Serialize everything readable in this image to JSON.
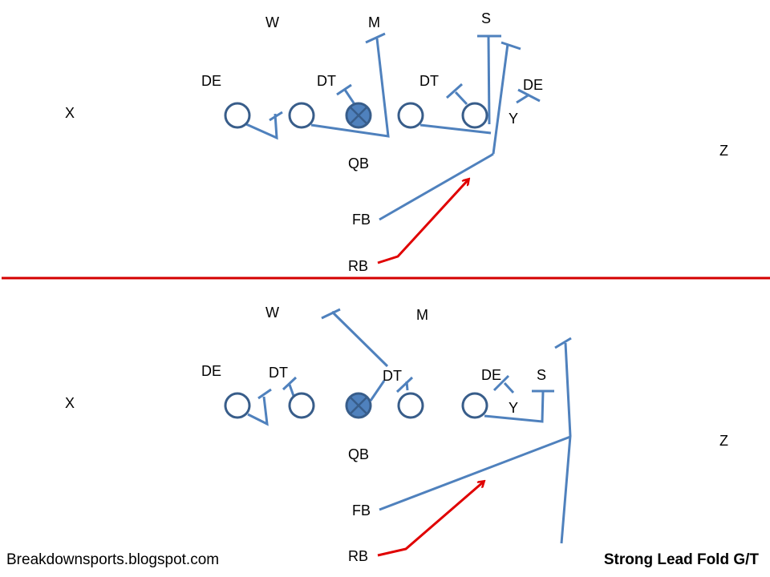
{
  "colors": {
    "route_blue": "#4F81BD",
    "circle_stroke": "#385D8A",
    "center_fill": "#4F81BD",
    "run_red": "#E00000",
    "divider_red": "#D40000"
  },
  "top_play": {
    "defense_labels": [
      "W",
      "M",
      "S",
      "DE",
      "DT",
      "DT",
      "DE"
    ],
    "offense_labels": [
      "X",
      "Y",
      "Z",
      "QB",
      "FB",
      "RB"
    ],
    "labels": {
      "W": "W",
      "M": "M",
      "S": "S",
      "DE_left": "DE",
      "DT_left": "DT",
      "DT_right": "DT",
      "DE_right": "DE",
      "X": "X",
      "Y": "Y",
      "Z": "Z",
      "QB": "QB",
      "FB": "FB",
      "RB": "RB"
    }
  },
  "bottom_play": {
    "labels": {
      "W": "W",
      "M": "M",
      "S": "S",
      "DE_left": "DE",
      "DT_left": "DT",
      "DT_right": "DT",
      "DE_right": "DE",
      "X": "X",
      "Y": "Y",
      "Z": "Z",
      "QB": "QB",
      "FB": "FB",
      "RB": "RB"
    }
  },
  "footer": {
    "site": "Breakdownsports.blogspot.com",
    "play_name": "Strong Lead Fold G/T"
  }
}
